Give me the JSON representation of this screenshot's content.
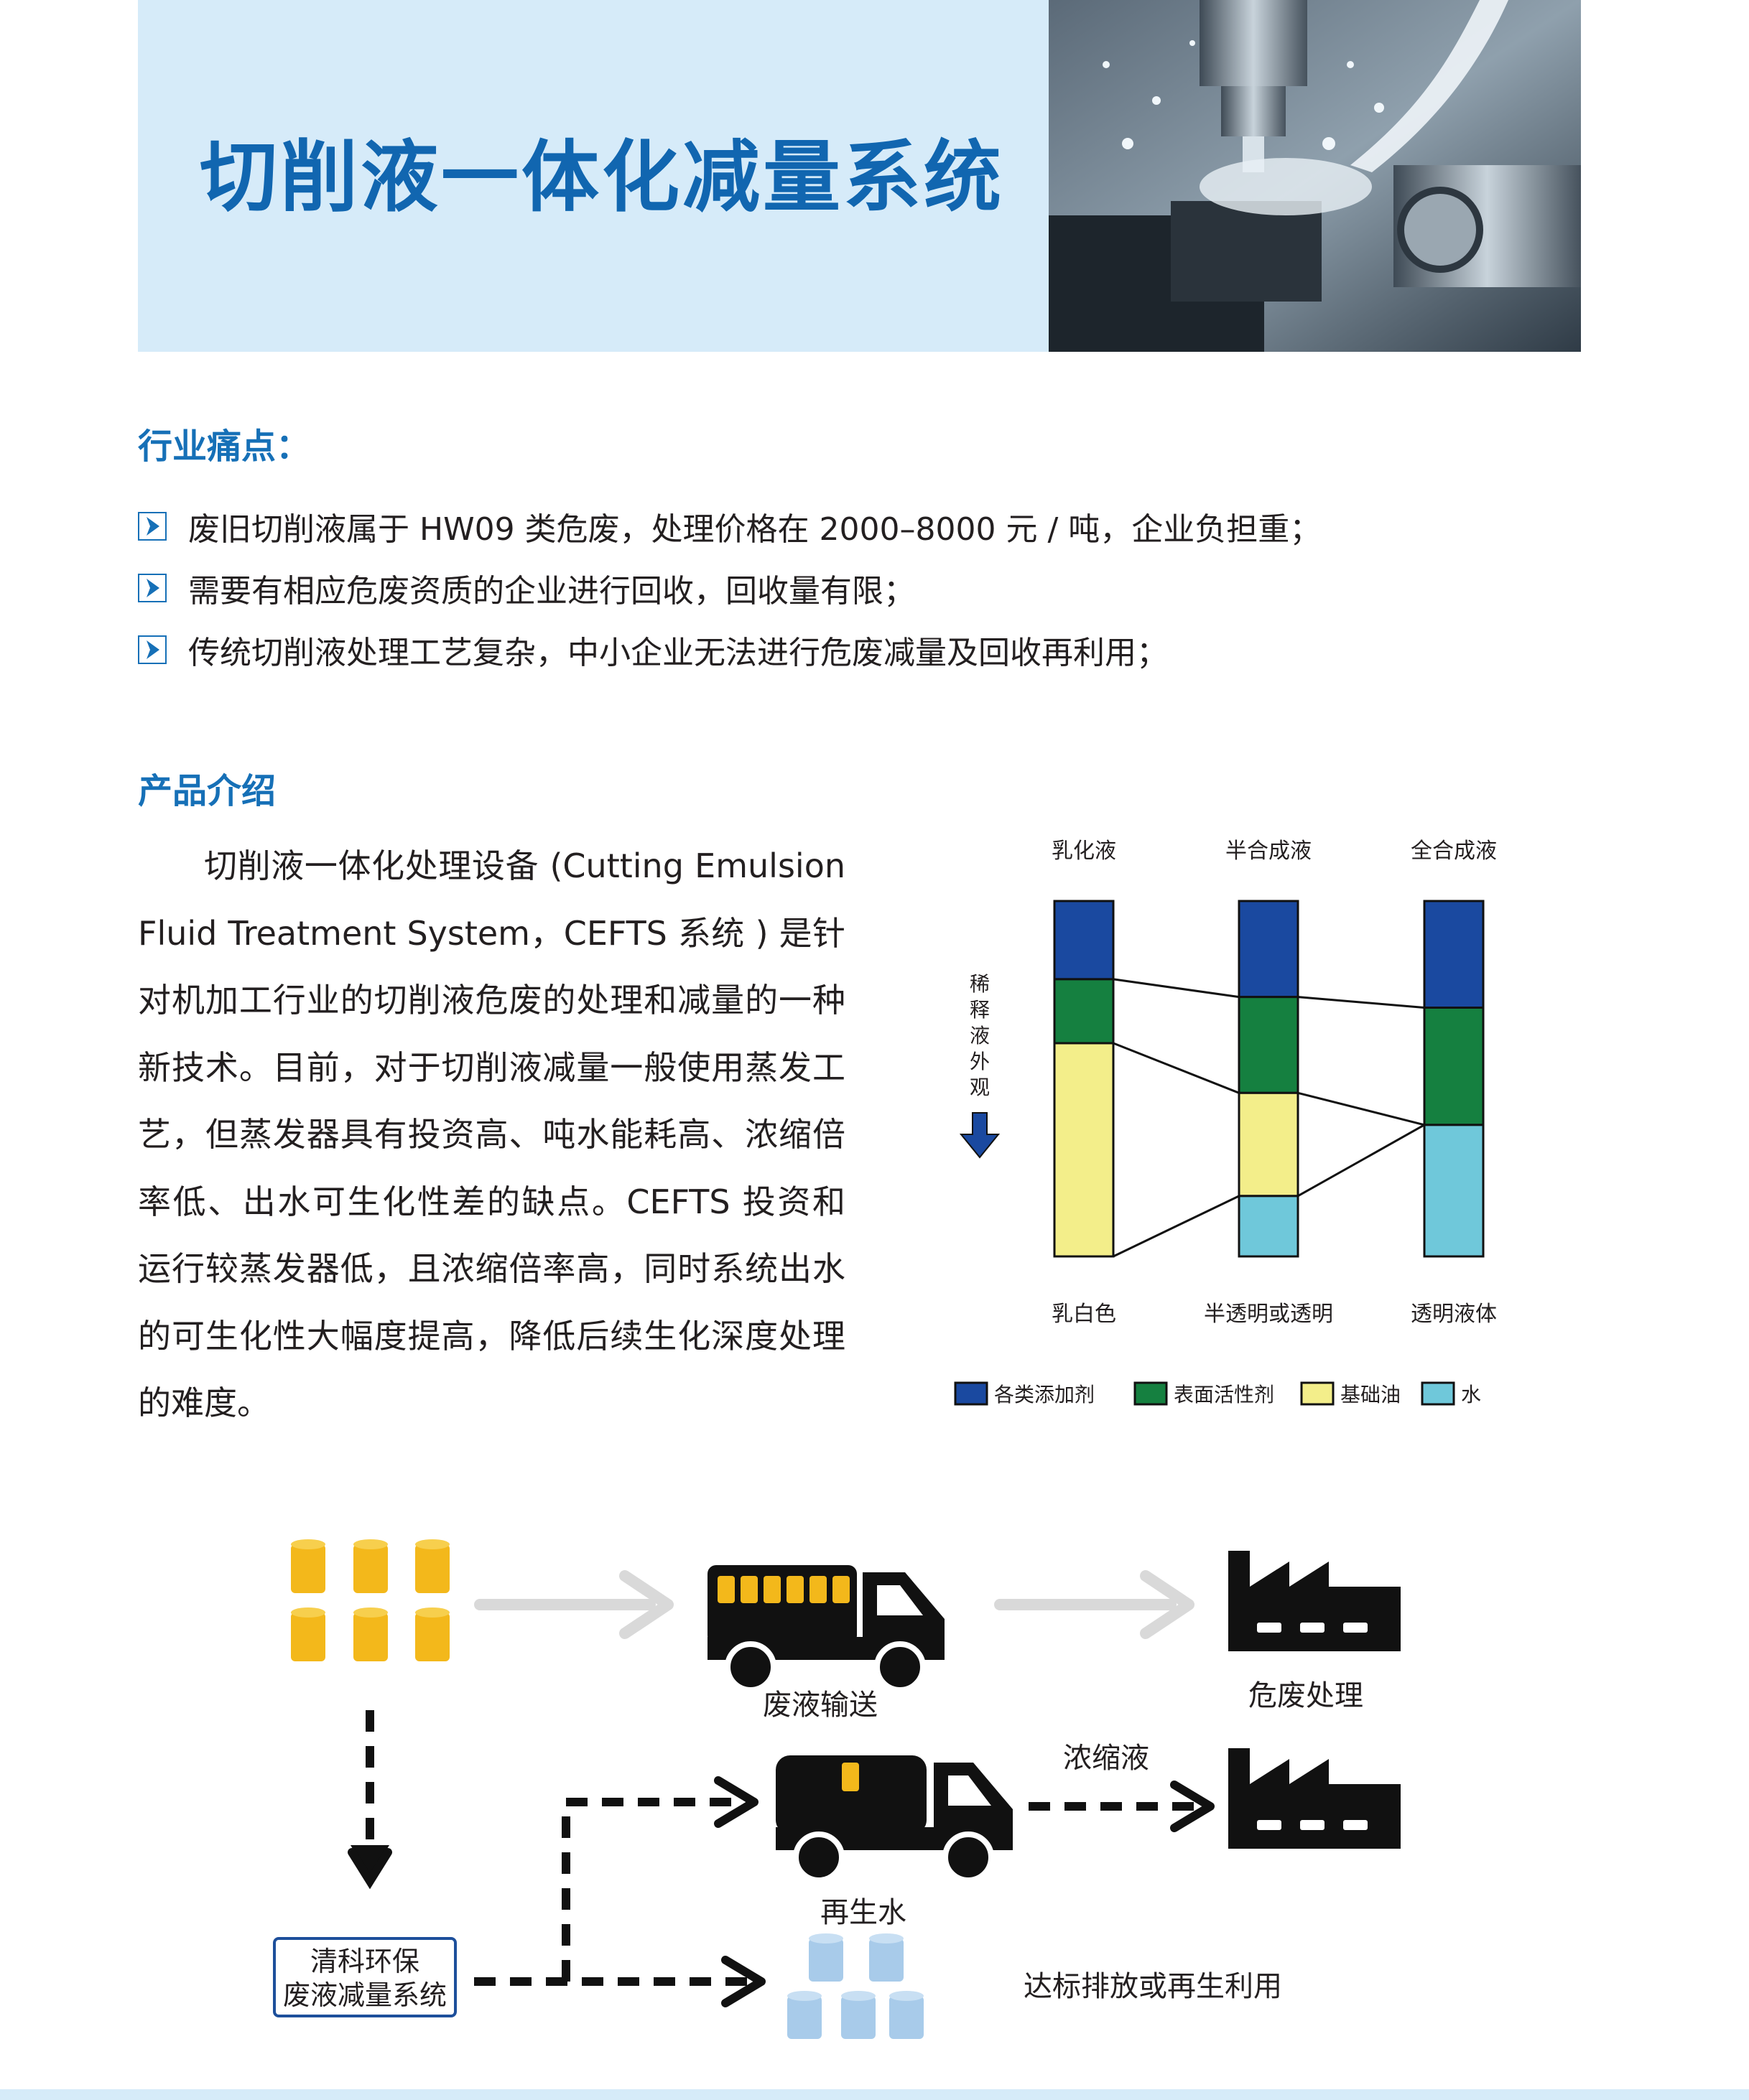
{
  "header": {
    "title": "切削液一体化减量系统",
    "colors": {
      "accent": "#1166b0",
      "banner_bg": "#d6ebf9"
    }
  },
  "pain_points": {
    "heading": "行业痛点：",
    "items": [
      "废旧切削液属于 HW09 类危废，处理价格在 2000–8000 元 / 吨，企业负担重；",
      "需要有相应危废资质的企业进行回收，回收量有限；",
      "传统切削液处理工艺复杂，中小企业无法进行危废减量及回收再利用；"
    ]
  },
  "intro": {
    "heading": "产品介绍",
    "paragraph": "切削液一体化处理设备 (Cutting Emulsion Fluid Treatment System，CEFTS 系统 ) 是针对机加工行业的切削液危废的处理和减量的一种新技术。目前，对于切削液减量一般使用蒸发工艺，但蒸发器具有投资高、吨水能耗高、浓缩倍率低、出水可生化性差的缺点。CEFTS 投资和运行较蒸发器低，且浓缩倍率高，同时系统出水的可生化性大幅度提高，降低后续生化深度处理的难度。"
  },
  "chart_data": {
    "type": "bar",
    "stacked": true,
    "unit": "share of column height",
    "categories": [
      "乳化液",
      "半合成液",
      "全合成液"
    ],
    "bottom_labels": [
      "乳白色",
      "半透明或透明",
      "透明液体"
    ],
    "side_label": "稀释液外观",
    "series": [
      {
        "name": "各类添加剂",
        "color": "#1a49a0",
        "values": [
          0.22,
          0.27,
          0.3
        ]
      },
      {
        "name": "表面活性剂",
        "color": "#158040",
        "values": [
          0.18,
          0.27,
          0.33
        ]
      },
      {
        "name": "基础油",
        "color": "#f3ee8a",
        "values": [
          0.6,
          0.29,
          0.0
        ]
      },
      {
        "name": "水",
        "color": "#6fc8da",
        "values": [
          0.0,
          0.17,
          0.37
        ]
      }
    ]
  },
  "flow": {
    "waste_transport": "废液输送",
    "hazard_disposal": "危废处理",
    "concentrate": "浓缩液",
    "system_box": [
      "清科环保",
      "废液减量系统"
    ],
    "recycled_water": "再生水",
    "discharge": "达标排放或再生利用",
    "colors": {
      "barrel": "#f3b81b",
      "water_barrel": "#a8cbea",
      "arrow_gray": "#d9d9d9",
      "box_border": "#1d4f9b"
    }
  }
}
